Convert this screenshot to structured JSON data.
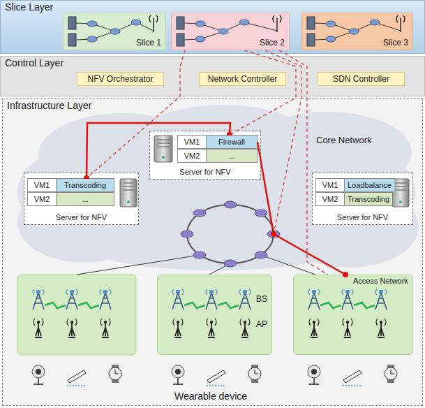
{
  "diagram": {
    "nodes": [
      {
        "text": [
          "Slice Layer"
        ]
      },
      {
        "text": [
          "Slice 1"
        ],
        "in": 0
      },
      {
        "text": [
          "Slice 2"
        ],
        "in": 0
      },
      {
        "text": [
          "Slice 3"
        ],
        "in": 0
      },
      {
        "text": [
          "Control Layer"
        ]
      },
      {
        "text": [
          "NFV Orchestrator"
        ],
        "in": 4
      },
      {
        "text": [
          "Network Controller"
        ],
        "in": 4
      },
      {
        "text": [
          "SDN Controller"
        ],
        "in": 4
      },
      {
        "text": [
          "Infrastructure Layer"
        ]
      },
      {
        "text": [
          "Core Network"
        ],
        "in": 8
      },
      {
        "text": [
          "Server for NFV"
        ],
        "in": 9
      },
      {
        "text": [
          "VM1",
          "Transcoding"
        ],
        "in": 10
      },
      {
        "text": [
          "VM2",
          "..."
        ],
        "in": 10
      },
      {
        "text": [
          "Server for NFV"
        ],
        "in": 9
      },
      {
        "text": [
          "VM1",
          "Firewall"
        ],
        "in": 13
      },
      {
        "text": [
          "VM2",
          "..."
        ],
        "in": 13
      },
      {
        "text": [
          "Server for NFV"
        ],
        "in": 9
      },
      {
        "text": [
          "VM1",
          "Loadbalance"
        ],
        "in": 16
      },
      {
        "text": [
          "VM2",
          "Transcoding"
        ],
        "in": 16
      },
      {
        "text": [
          "BS",
          "AP"
        ],
        "in": 8
      },
      {
        "text": [
          "Access Network"
        ],
        "in": 8
      }
    ],
    "edges": [
      {
        "from": 2,
        "to": 11,
        "arrow": "none"
      },
      {
        "from": 2,
        "to": 14,
        "arrow": "none"
      },
      {
        "from": 2,
        "to": 20,
        "arrow": "none"
      },
      {
        "from": 11,
        "to": 14,
        "arrow": "none"
      },
      {
        "from": 14,
        "to": 20,
        "arrow": "none"
      }
    ],
    "labels": [
      "Wearable device"
    ]
  }
}
